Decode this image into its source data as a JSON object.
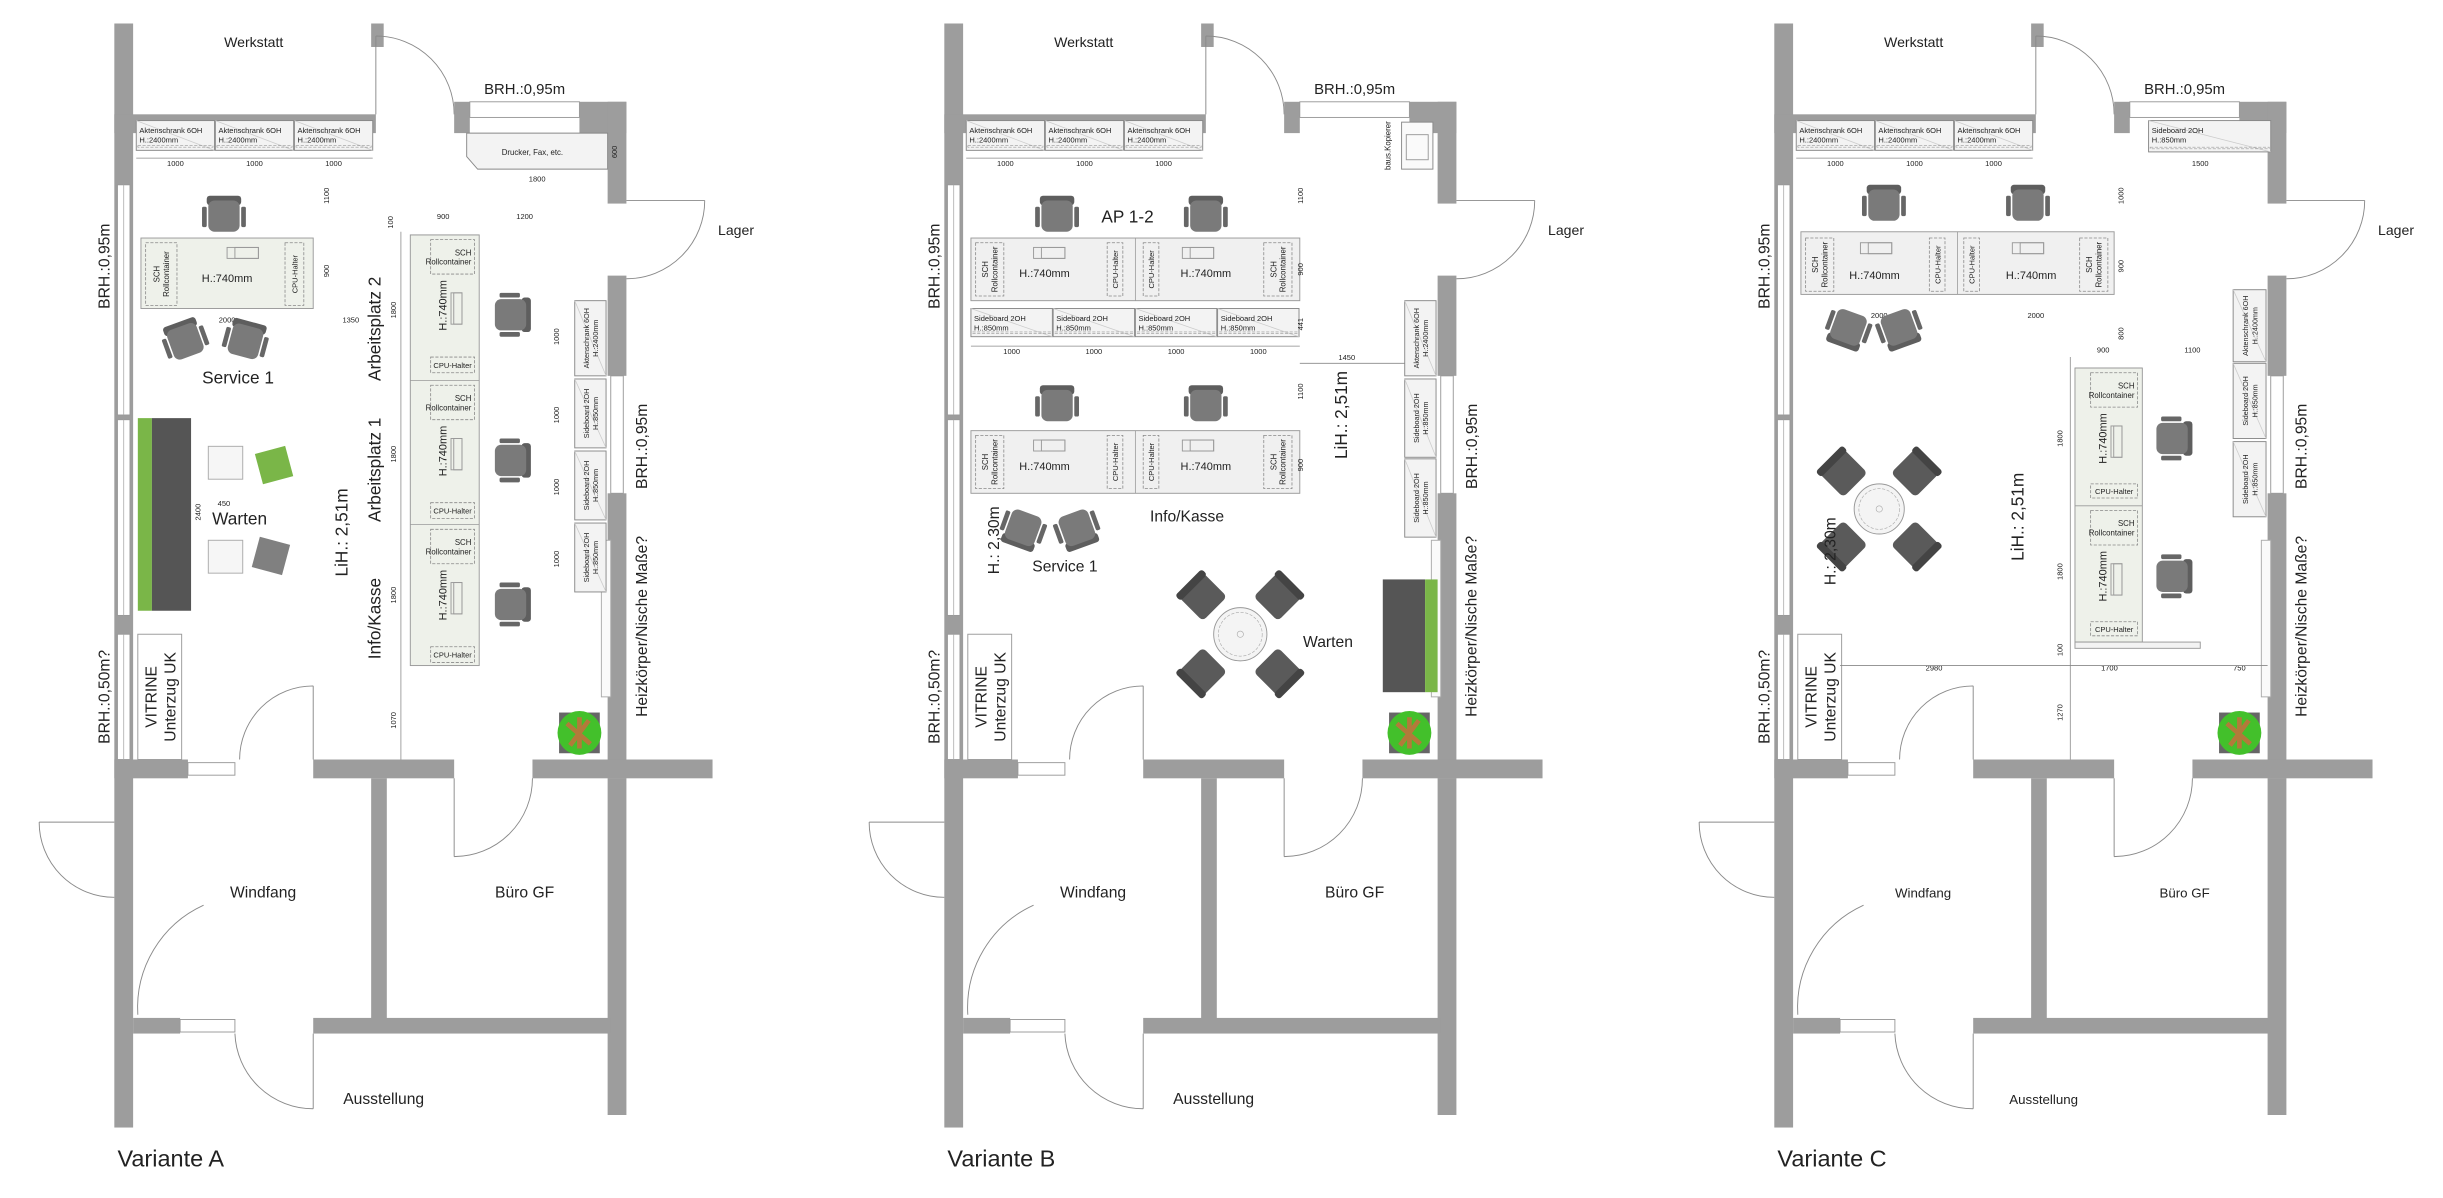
{
  "rooms": {
    "werkstatt": "Werkstatt",
    "lager": "Lager",
    "windfang": "Windfang",
    "buero": "Büro GF",
    "ausstellung": "Ausstellung"
  },
  "notes": {
    "brh_095": "BRH.:0,95m",
    "brh_050": "BRH.:0,50m?",
    "vitrine": "VITRINE",
    "unterzug": "Unterzug UK",
    "heizkoerper": "Heizkörper/Nische Maße?",
    "lih": "LiH.: 2,51m",
    "h230": "H.: 2,30m"
  },
  "furniture": {
    "aktenschrank": "Aktenschrank 6OH",
    "h2400": "H.:2400mm",
    "sideboard": "Sideboard 2OH",
    "h850": "H.:850mm",
    "h740": "H.:740mm",
    "sch": "SCH",
    "rollcontainer": "Rollcontainer",
    "cpu": "CPU-Halter",
    "drucker": "Drucker, Fax, etc.",
    "kopierer": "baus.Kopierer"
  },
  "variants": [
    {
      "title": "Variante A",
      "zones": {
        "service": "Service 1",
        "warten": "Warten",
        "ap2": "Arbeitsplatz 2",
        "ap1": "Arbeitsplatz 1",
        "info": "Info/Kasse"
      },
      "dims": {
        "d1000": "1000",
        "d1800": "1800",
        "d600": "600",
        "d1100": "1100",
        "d900": "900",
        "d2000": "2000",
        "d1350": "1350",
        "d1200": "1200",
        "d100": "100",
        "d450": "450",
        "d2400": "2400",
        "d1070": "1070"
      }
    },
    {
      "title": "Variante B",
      "zones": {
        "ap": "AP 1-2",
        "info": "Info/Kasse",
        "service": "Service 1",
        "warten": "Warten"
      },
      "dims": {
        "d1000": "1000",
        "d1100": "1100",
        "d900": "900",
        "d441": "441",
        "d1450": "1450"
      }
    },
    {
      "title": "Variante C",
      "dims": {
        "d1000": "1000",
        "d1500": "1500",
        "d900": "900",
        "d800": "800",
        "d2000": "2000",
        "d1100": "1100",
        "d1800": "1800",
        "d2980": "2980",
        "d1700": "1700",
        "d750": "750",
        "d1270": "1270",
        "d100": "100"
      }
    }
  ]
}
